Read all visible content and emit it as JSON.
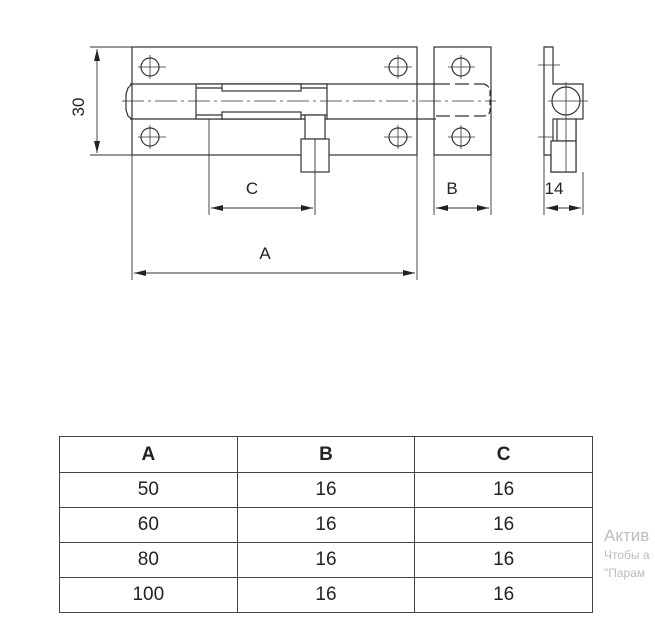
{
  "drawing": {
    "labels": {
      "height_dim": "30",
      "dim_a": "A",
      "dim_b": "B",
      "dim_c": "C",
      "side_width": "14"
    },
    "line_color": "#333333"
  },
  "table": {
    "headers": [
      "A",
      "B",
      "C"
    ],
    "rows": [
      [
        "50",
        "16",
        "16"
      ],
      [
        "60",
        "16",
        "16"
      ],
      [
        "80",
        "16",
        "16"
      ],
      [
        "100",
        "16",
        "16"
      ]
    ]
  },
  "watermark": {
    "title": "Актив",
    "line1": "Чтобы а",
    "line2": "\"Парам"
  }
}
